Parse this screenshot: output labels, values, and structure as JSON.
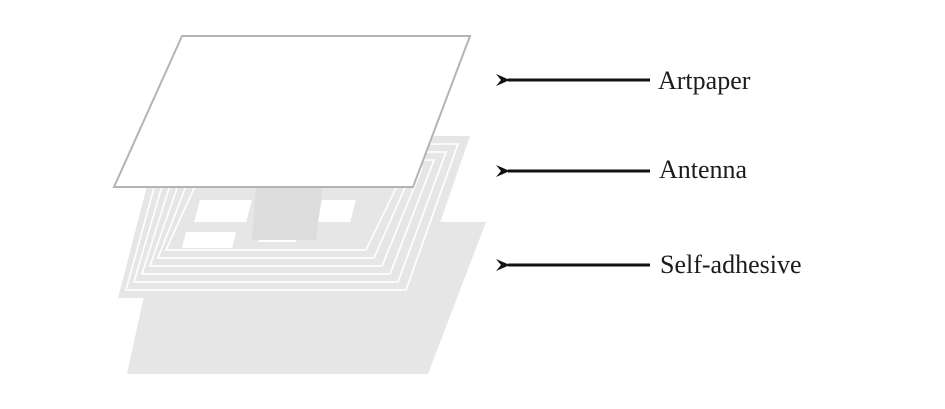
{
  "layers": [
    {
      "label": "Artpaper"
    },
    {
      "label": "Antenna"
    },
    {
      "label": "Self-adhesive"
    }
  ],
  "colors": {
    "background": "#ffffff",
    "artpaper_fill": "#ffffff",
    "artpaper_stroke": "#b4b4b4",
    "antenna_fill": "#e6e6e6",
    "antenna_trace": "#ffffff",
    "adhesive_fill": "#e6e6e6",
    "arrow": "#111111",
    "text": "#1c1c1c"
  }
}
